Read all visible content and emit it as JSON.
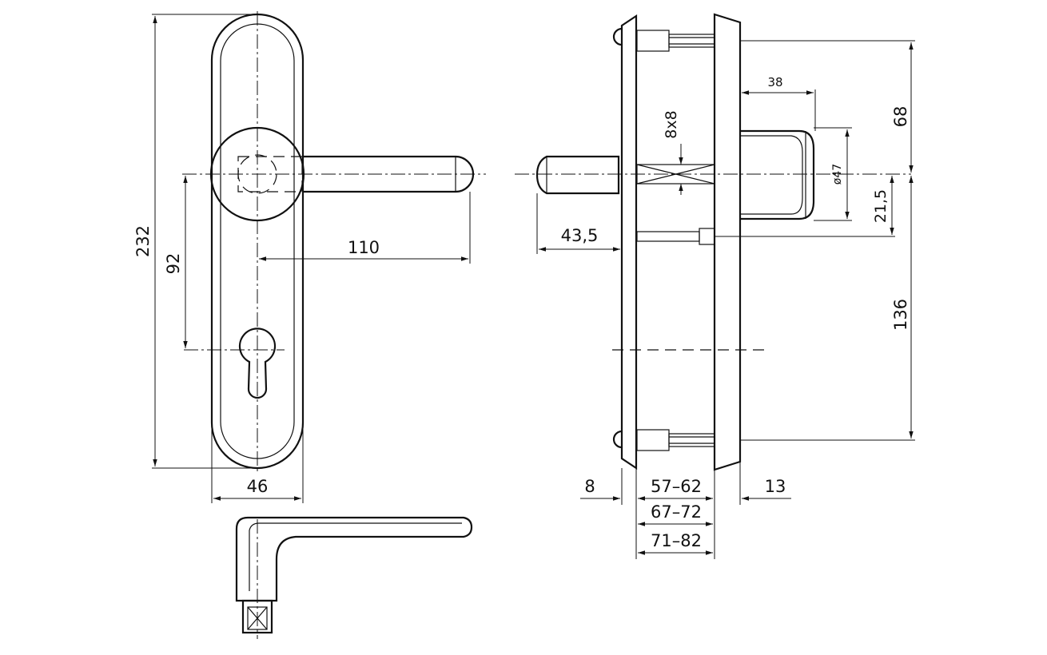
{
  "dimensions": {
    "total_height": "232",
    "spindle_to_cylinder": "92",
    "lever_length": "110",
    "plate_width": "46",
    "spindle_projection": "43,5",
    "top_to_spindle": "68",
    "escutcheon_diameter": "ø47",
    "spindle_to_bolt": "21,5",
    "spindle_to_lower_bolt": "136",
    "rosette_depth": "38",
    "spindle_square": "8x8",
    "plate_thickness": "8",
    "door_range_1": "57–62",
    "door_range_2": "67–72",
    "door_range_3": "71–82",
    "outer_plate_thickness": "13"
  }
}
